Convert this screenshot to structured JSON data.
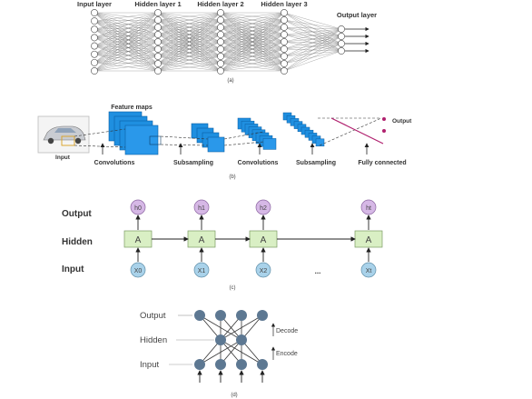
{
  "panel_a": {
    "layer_labels": [
      "Input layer",
      "Hidden layer 1",
      "Hidden layer 2",
      "Hidden layer 3"
    ],
    "output_label": "Output layer",
    "caption": "(a)",
    "node_counts": [
      8,
      9,
      9,
      9,
      4
    ]
  },
  "panel_b": {
    "feature_maps_label": "Feature maps",
    "input_label": "Input",
    "output_label": "Output",
    "stage_labels": [
      "Convolutions",
      "Subsampling",
      "Convolutions",
      "Subsampling",
      "Fully connected"
    ],
    "caption": "(b)",
    "colors": {
      "map": "#1f8fe0",
      "map_edge": "#0a5fa3",
      "fc_line": "#b0206e"
    }
  },
  "panel_c": {
    "row_labels": [
      "Output",
      "Hidden",
      "Input"
    ],
    "hidden_cell_label": "A",
    "outputs": [
      "h0",
      "h1",
      "h2",
      "ht"
    ],
    "inputs": [
      "X0",
      "X1",
      "X2",
      "Xt"
    ],
    "ellipsis": "...",
    "caption": "(c)",
    "colors": {
      "output": "#d6b8e6",
      "hidden": "#d9efc4",
      "input": "#a9d2ea"
    }
  },
  "panel_d": {
    "row_labels": [
      "Output",
      "Hidden",
      "Input"
    ],
    "decode_label": "Decode",
    "encode_label": "Encode",
    "caption": "(d)",
    "colors": {
      "node": "#5d7892"
    }
  }
}
